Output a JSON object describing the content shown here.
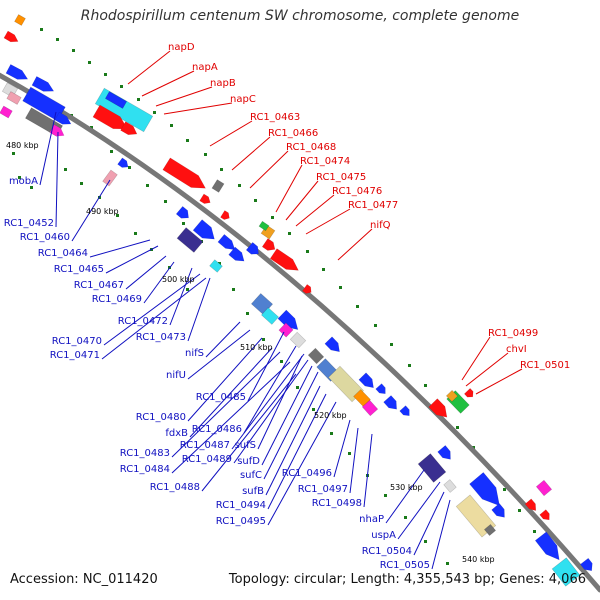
{
  "title": "Rhodospirillum centenum SW chromosome, complete genome",
  "footer": {
    "accession": "Accession: NC_011420",
    "summary": "Topology: circular; Length: 4,355,543 bp; Genes: 4,066"
  },
  "colors": {
    "backbone": "#777777",
    "forward_label": "#e00000",
    "reverse_label": "#1010c0",
    "blue_gene": "#1530ff",
    "red_gene": "#ff1010",
    "cyan_gene": "#30e0f0",
    "grey_gene": "#707070",
    "tick": "#1a7a1a"
  },
  "scale_ticks": [
    "480 kbp",
    "490 kbp",
    "500 kbp",
    "510 kbp",
    "520 kbp",
    "530 kbp",
    "540 kbp"
  ],
  "forward_labels": [
    "napD",
    "napA",
    "napB",
    "napC",
    "RC1_0463",
    "RC1_0466",
    "RC1_0468",
    "RC1_0474",
    "RC1_0475",
    "RC1_0476",
    "RC1_0477",
    "nifQ",
    "RC1_0499",
    "chvI",
    "RC1_0501"
  ],
  "reverse_labels": [
    "mobA",
    "RC1_0452",
    "RC1_0460",
    "RC1_0464",
    "RC1_0465",
    "RC1_0467",
    "RC1_0469",
    "RC1_0472",
    "RC1_0470",
    "RC1_0473",
    "RC1_0471",
    "nifS",
    "nifU",
    "RC1_0485",
    "RC1_0480",
    "RC1_0486",
    "fdxB",
    "RC1_0487",
    "sufS",
    "RC1_0483",
    "RC1_0489",
    "sufD",
    "RC1_0484",
    "sufC",
    "RC1_0496",
    "RC1_0488",
    "RC1_0497",
    "sufB",
    "RC1_0498",
    "RC1_0494",
    "RC1_0495",
    "nhaP",
    "uspA",
    "RC1_0504",
    "RC1_0505"
  ]
}
